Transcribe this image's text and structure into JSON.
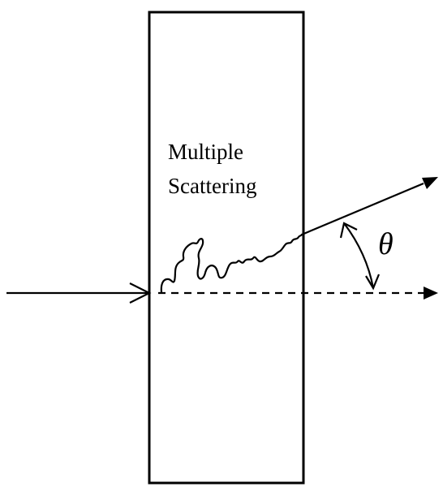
{
  "box_label": {
    "line1": "Multiple",
    "line2": "Scattering"
  },
  "angle_label": "θ",
  "colors": {
    "stroke": "#000000",
    "background": "#ffffff"
  }
}
